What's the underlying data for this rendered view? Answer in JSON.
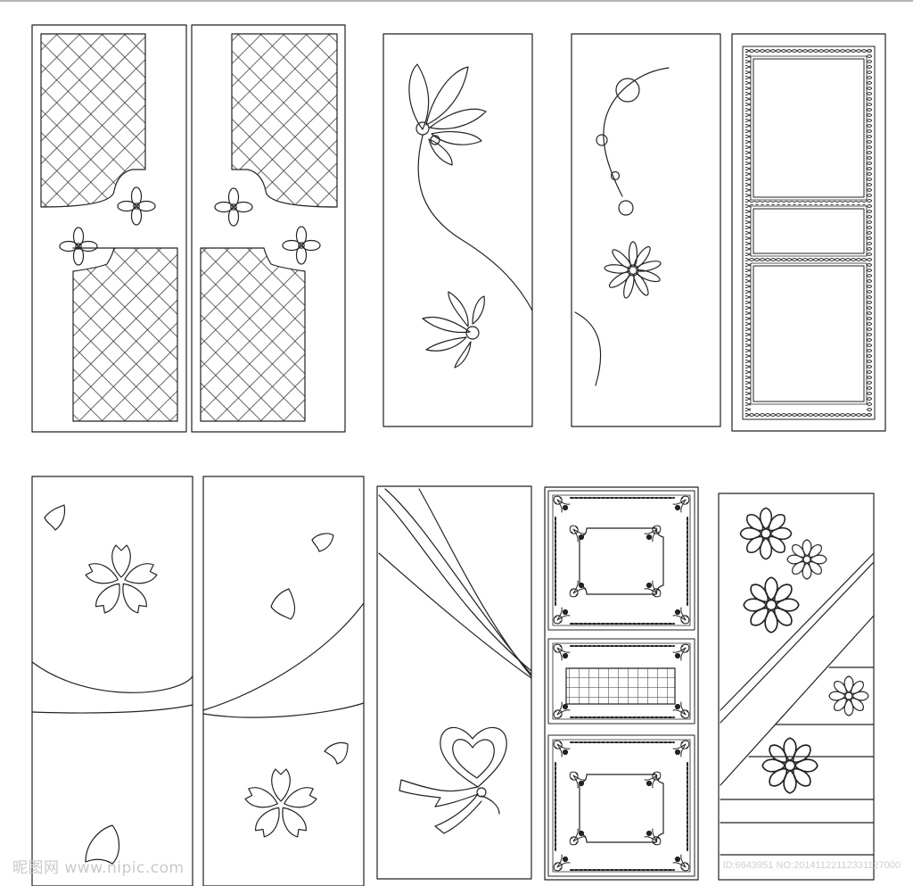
{
  "watermark": {
    "site": "昵图网 www.nipic.com",
    "id_text": "ID:6643951 NO:20141122112331127000"
  },
  "style": {
    "stroke": "#222222",
    "background": "#ffffff",
    "watermark_color": "#c9c9c9"
  },
  "panels": [
    "lattice-door-left",
    "lattice-door-right",
    "flower-vine-door",
    "bubble-flower-door",
    "chain-frame-door",
    "sakura-left-door",
    "sakura-right-door",
    "ribbon-heart-door",
    "ornate-frame-door",
    "diagonal-flower-door"
  ]
}
